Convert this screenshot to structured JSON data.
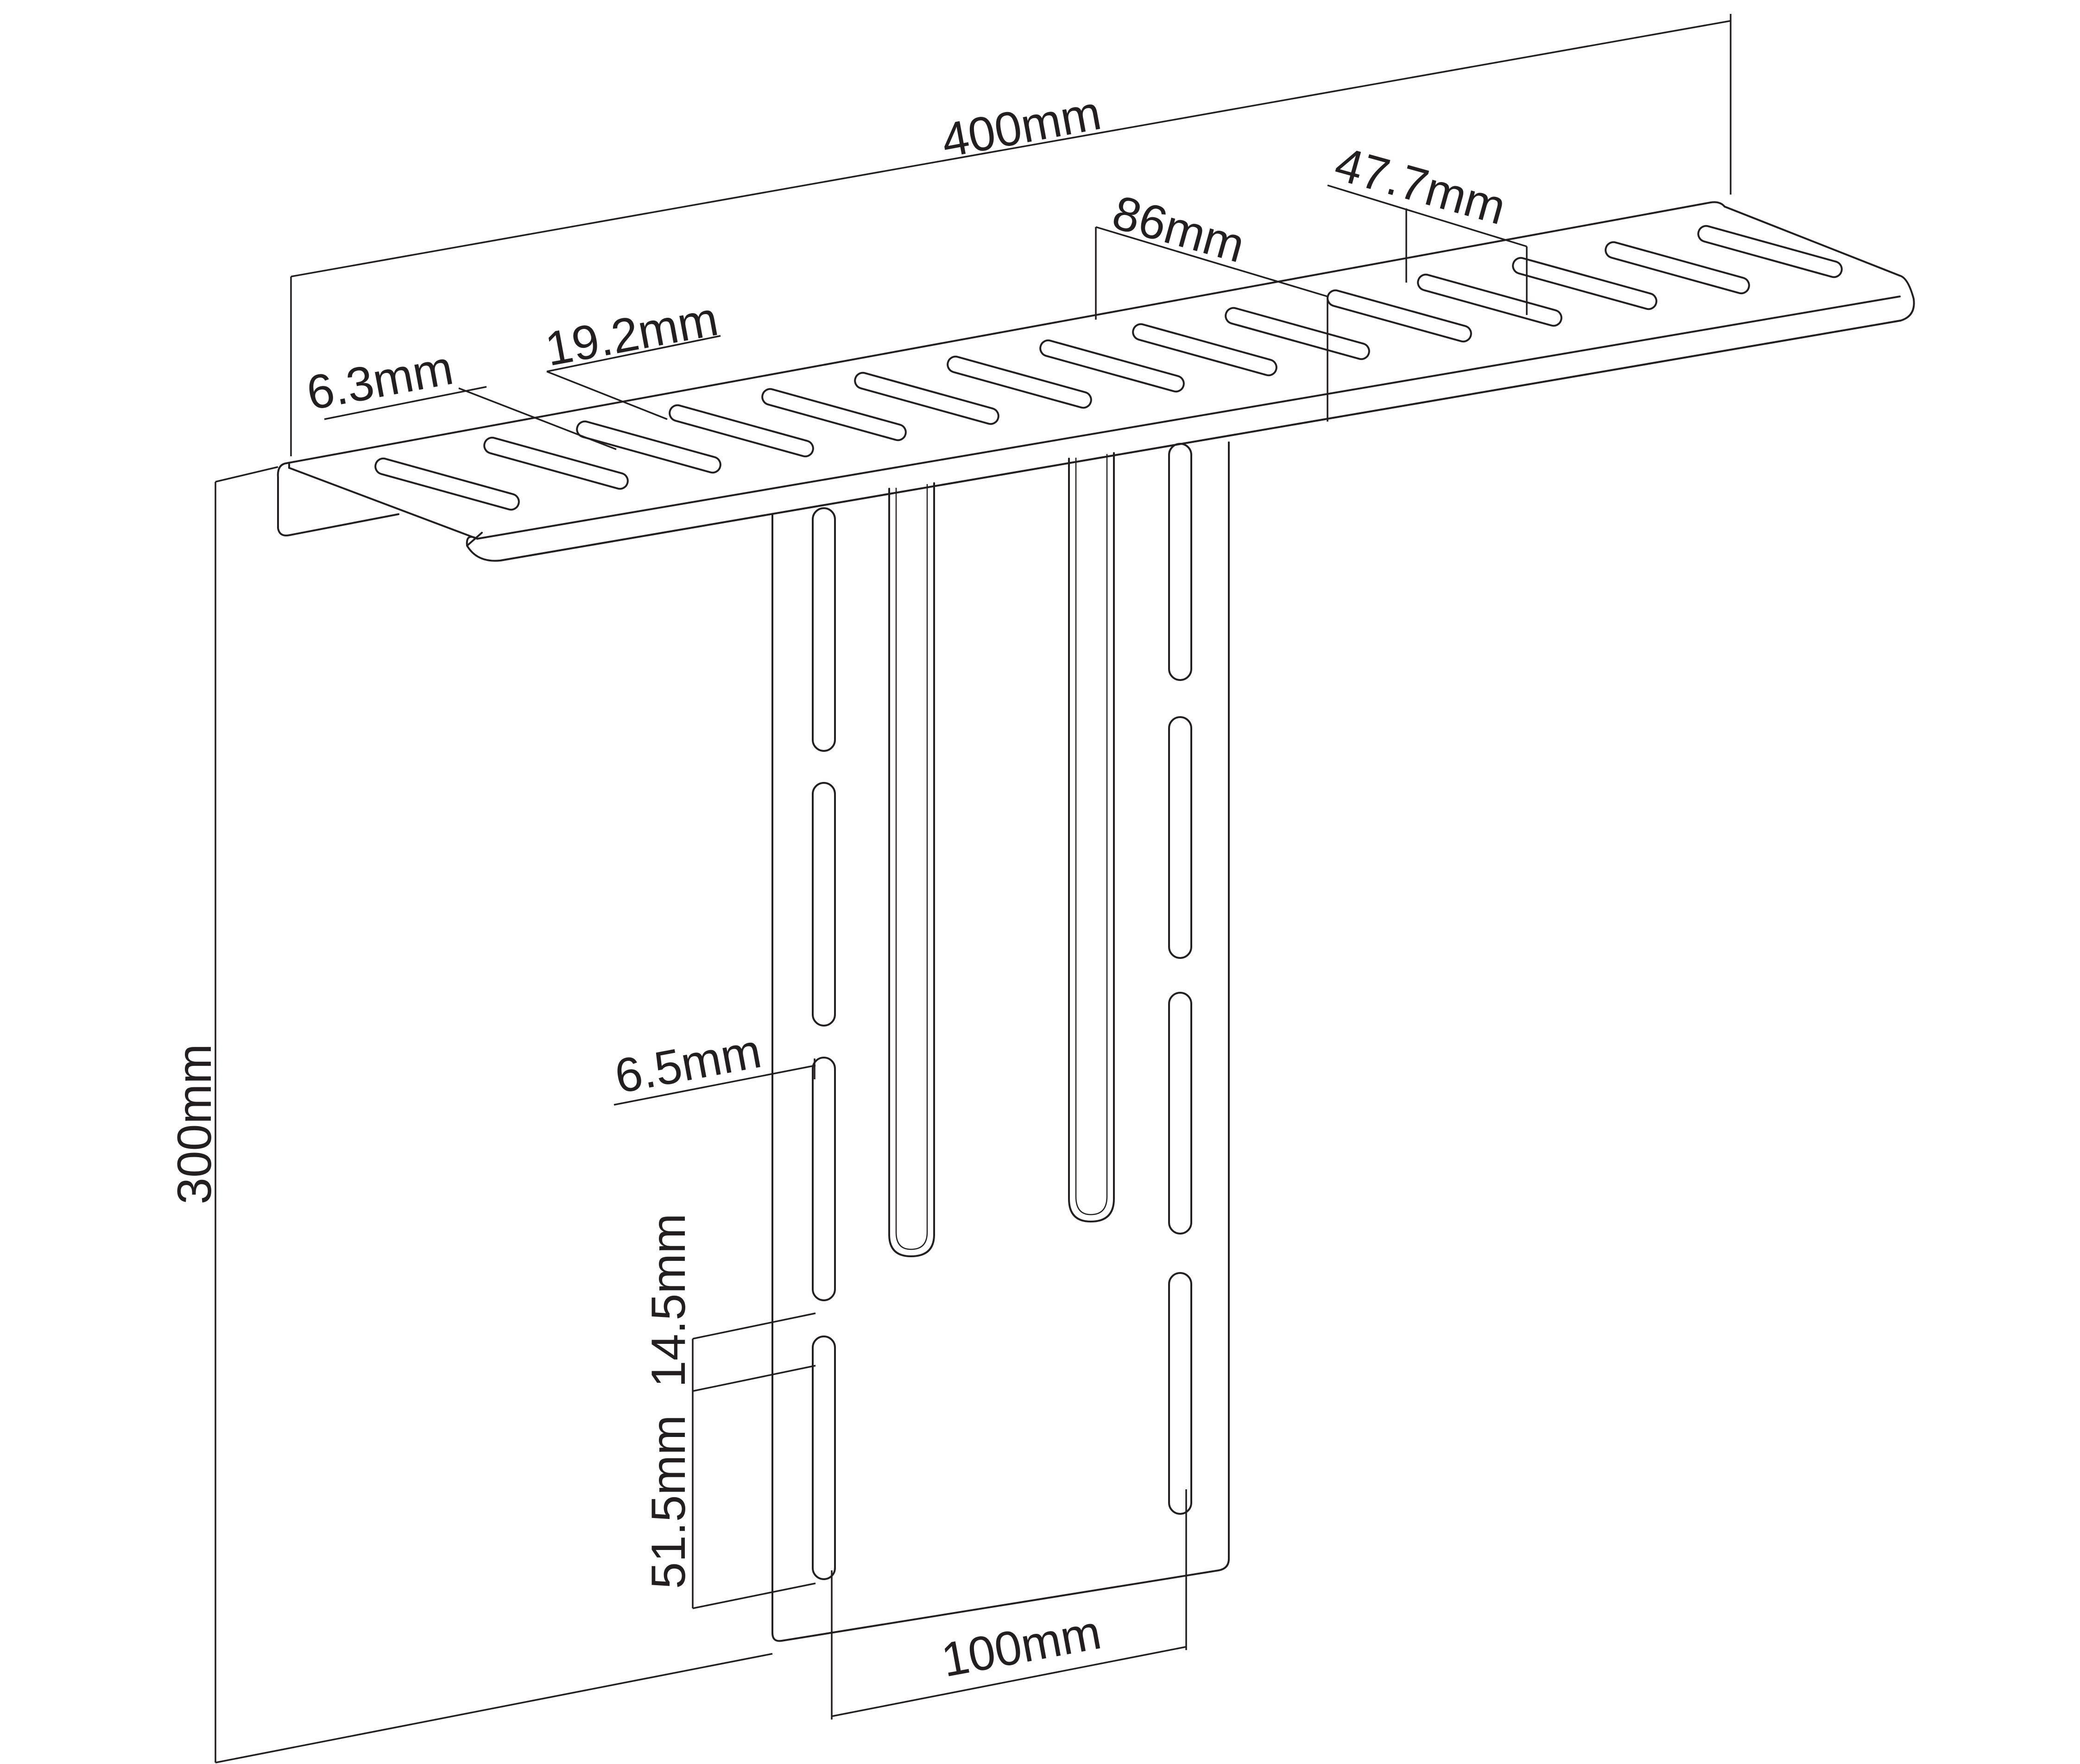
{
  "labels": {
    "overall_width": "400mm",
    "slot_pitch": "86mm",
    "slot_length": "47.7mm",
    "slot_spacing": "19.2mm",
    "slot_width": "6.3mm",
    "overall_height": "300mm",
    "vertical_slot_width": "6.5mm",
    "vertical_slot_gap": "14.5mm",
    "vertical_slot_length": "51.5mm",
    "plate_slot_spacing": "100mm"
  },
  "colors": {
    "line": "#231f20",
    "background": "#ffffff"
  }
}
